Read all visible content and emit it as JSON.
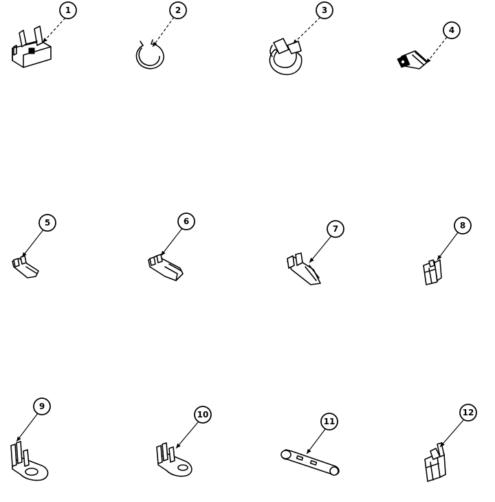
{
  "diagram": {
    "callouts": [
      {
        "id": 1,
        "label": "1"
      },
      {
        "id": 2,
        "label": "2"
      },
      {
        "id": 3,
        "label": "3"
      },
      {
        "id": 4,
        "label": "4"
      },
      {
        "id": 5,
        "label": "5"
      },
      {
        "id": 6,
        "label": "6"
      },
      {
        "id": 7,
        "label": "7"
      },
      {
        "id": 8,
        "label": "8"
      },
      {
        "id": 9,
        "label": "9"
      },
      {
        "id": 10,
        "label": "10"
      },
      {
        "id": 11,
        "label": "11"
      },
      {
        "id": 12,
        "label": "12"
      }
    ],
    "colors": {
      "ink": "#000000",
      "paper": "#ffffff"
    }
  }
}
